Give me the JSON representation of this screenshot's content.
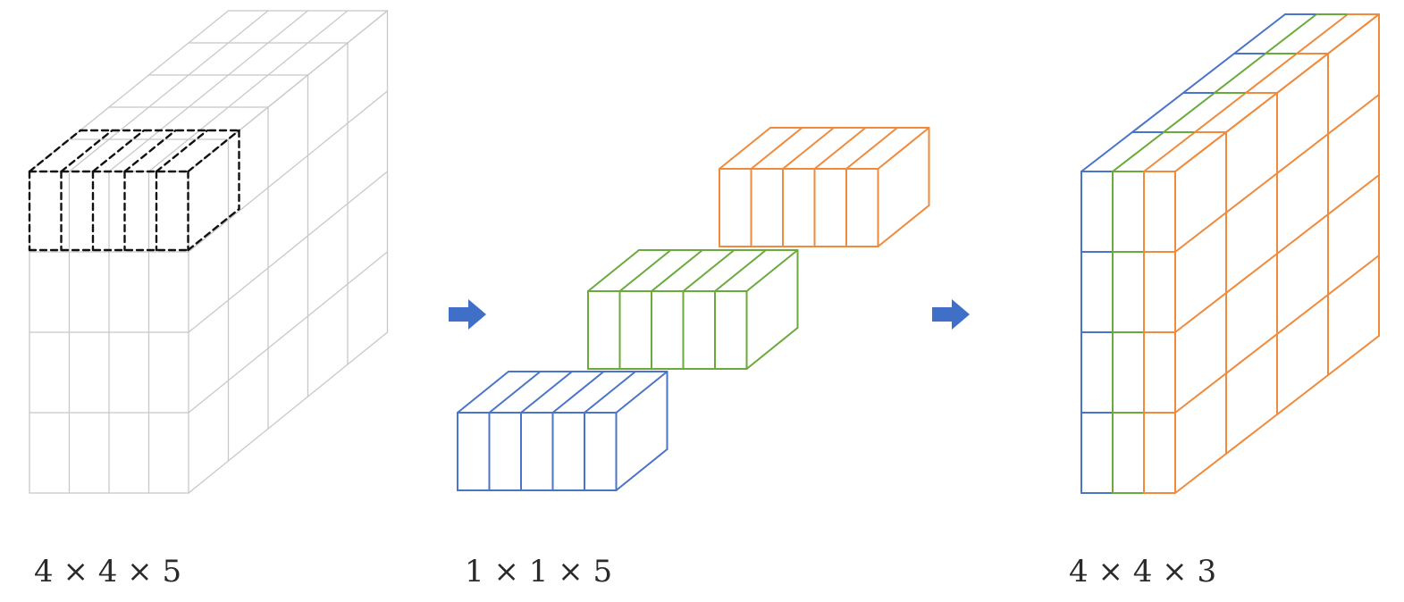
{
  "labels": {
    "input": "4 × 4 × 5",
    "filter": "1 × 1 × 5",
    "output": "4 × 4 × 3"
  },
  "input_volume": {
    "height": 4,
    "width": 4,
    "depth": 5,
    "color": "#c8c8c8",
    "highlight_color": "#111111",
    "highlight": {
      "row": 0,
      "col": 0,
      "depth": 5,
      "style": "dashed"
    }
  },
  "filters": [
    {
      "size": "1 × 1 × 5",
      "slices": 5,
      "color": "#f08a3c"
    },
    {
      "size": "1 × 1 × 5",
      "slices": 5,
      "color": "#6aaa3a"
    },
    {
      "size": "1 × 1 × 5",
      "slices": 5,
      "color": "#4a74c9"
    }
  ],
  "output_volume": {
    "height": 4,
    "width": 4,
    "depth": 3,
    "channel_colors": [
      "#4a74c9",
      "#6aaa3a",
      "#f08a3c"
    ]
  },
  "arrows": {
    "color": "#3f6fc6",
    "icon": "right-arrow-icon"
  }
}
